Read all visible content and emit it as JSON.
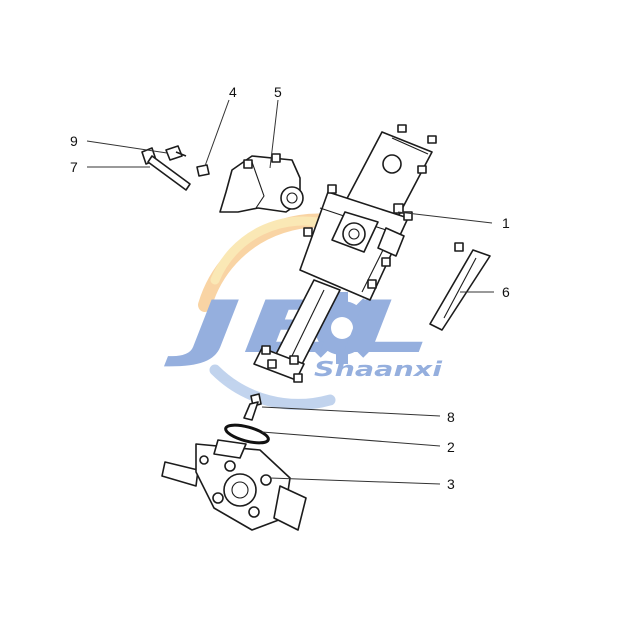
{
  "callouts": [
    {
      "num": "1",
      "part": "gear-housing-assembly"
    },
    {
      "num": "2",
      "part": "sealing-ring"
    },
    {
      "num": "3",
      "part": "lower-gearbox"
    },
    {
      "num": "4",
      "part": "nut"
    },
    {
      "num": "5",
      "part": "bracket"
    },
    {
      "num": "6",
      "part": "gasket-plate"
    },
    {
      "num": "7",
      "part": "long-bolt"
    },
    {
      "num": "8",
      "part": "short-bolt"
    },
    {
      "num": "9",
      "part": "bolt"
    }
  ],
  "watermark": {
    "logo_text": "JEL",
    "subtitle": "Shaanxi",
    "colors": {
      "blue": "#3f6fc4",
      "blue_light": "#8fb0e0",
      "orange": "#f5b25a",
      "yellow": "#f7d67a"
    }
  }
}
